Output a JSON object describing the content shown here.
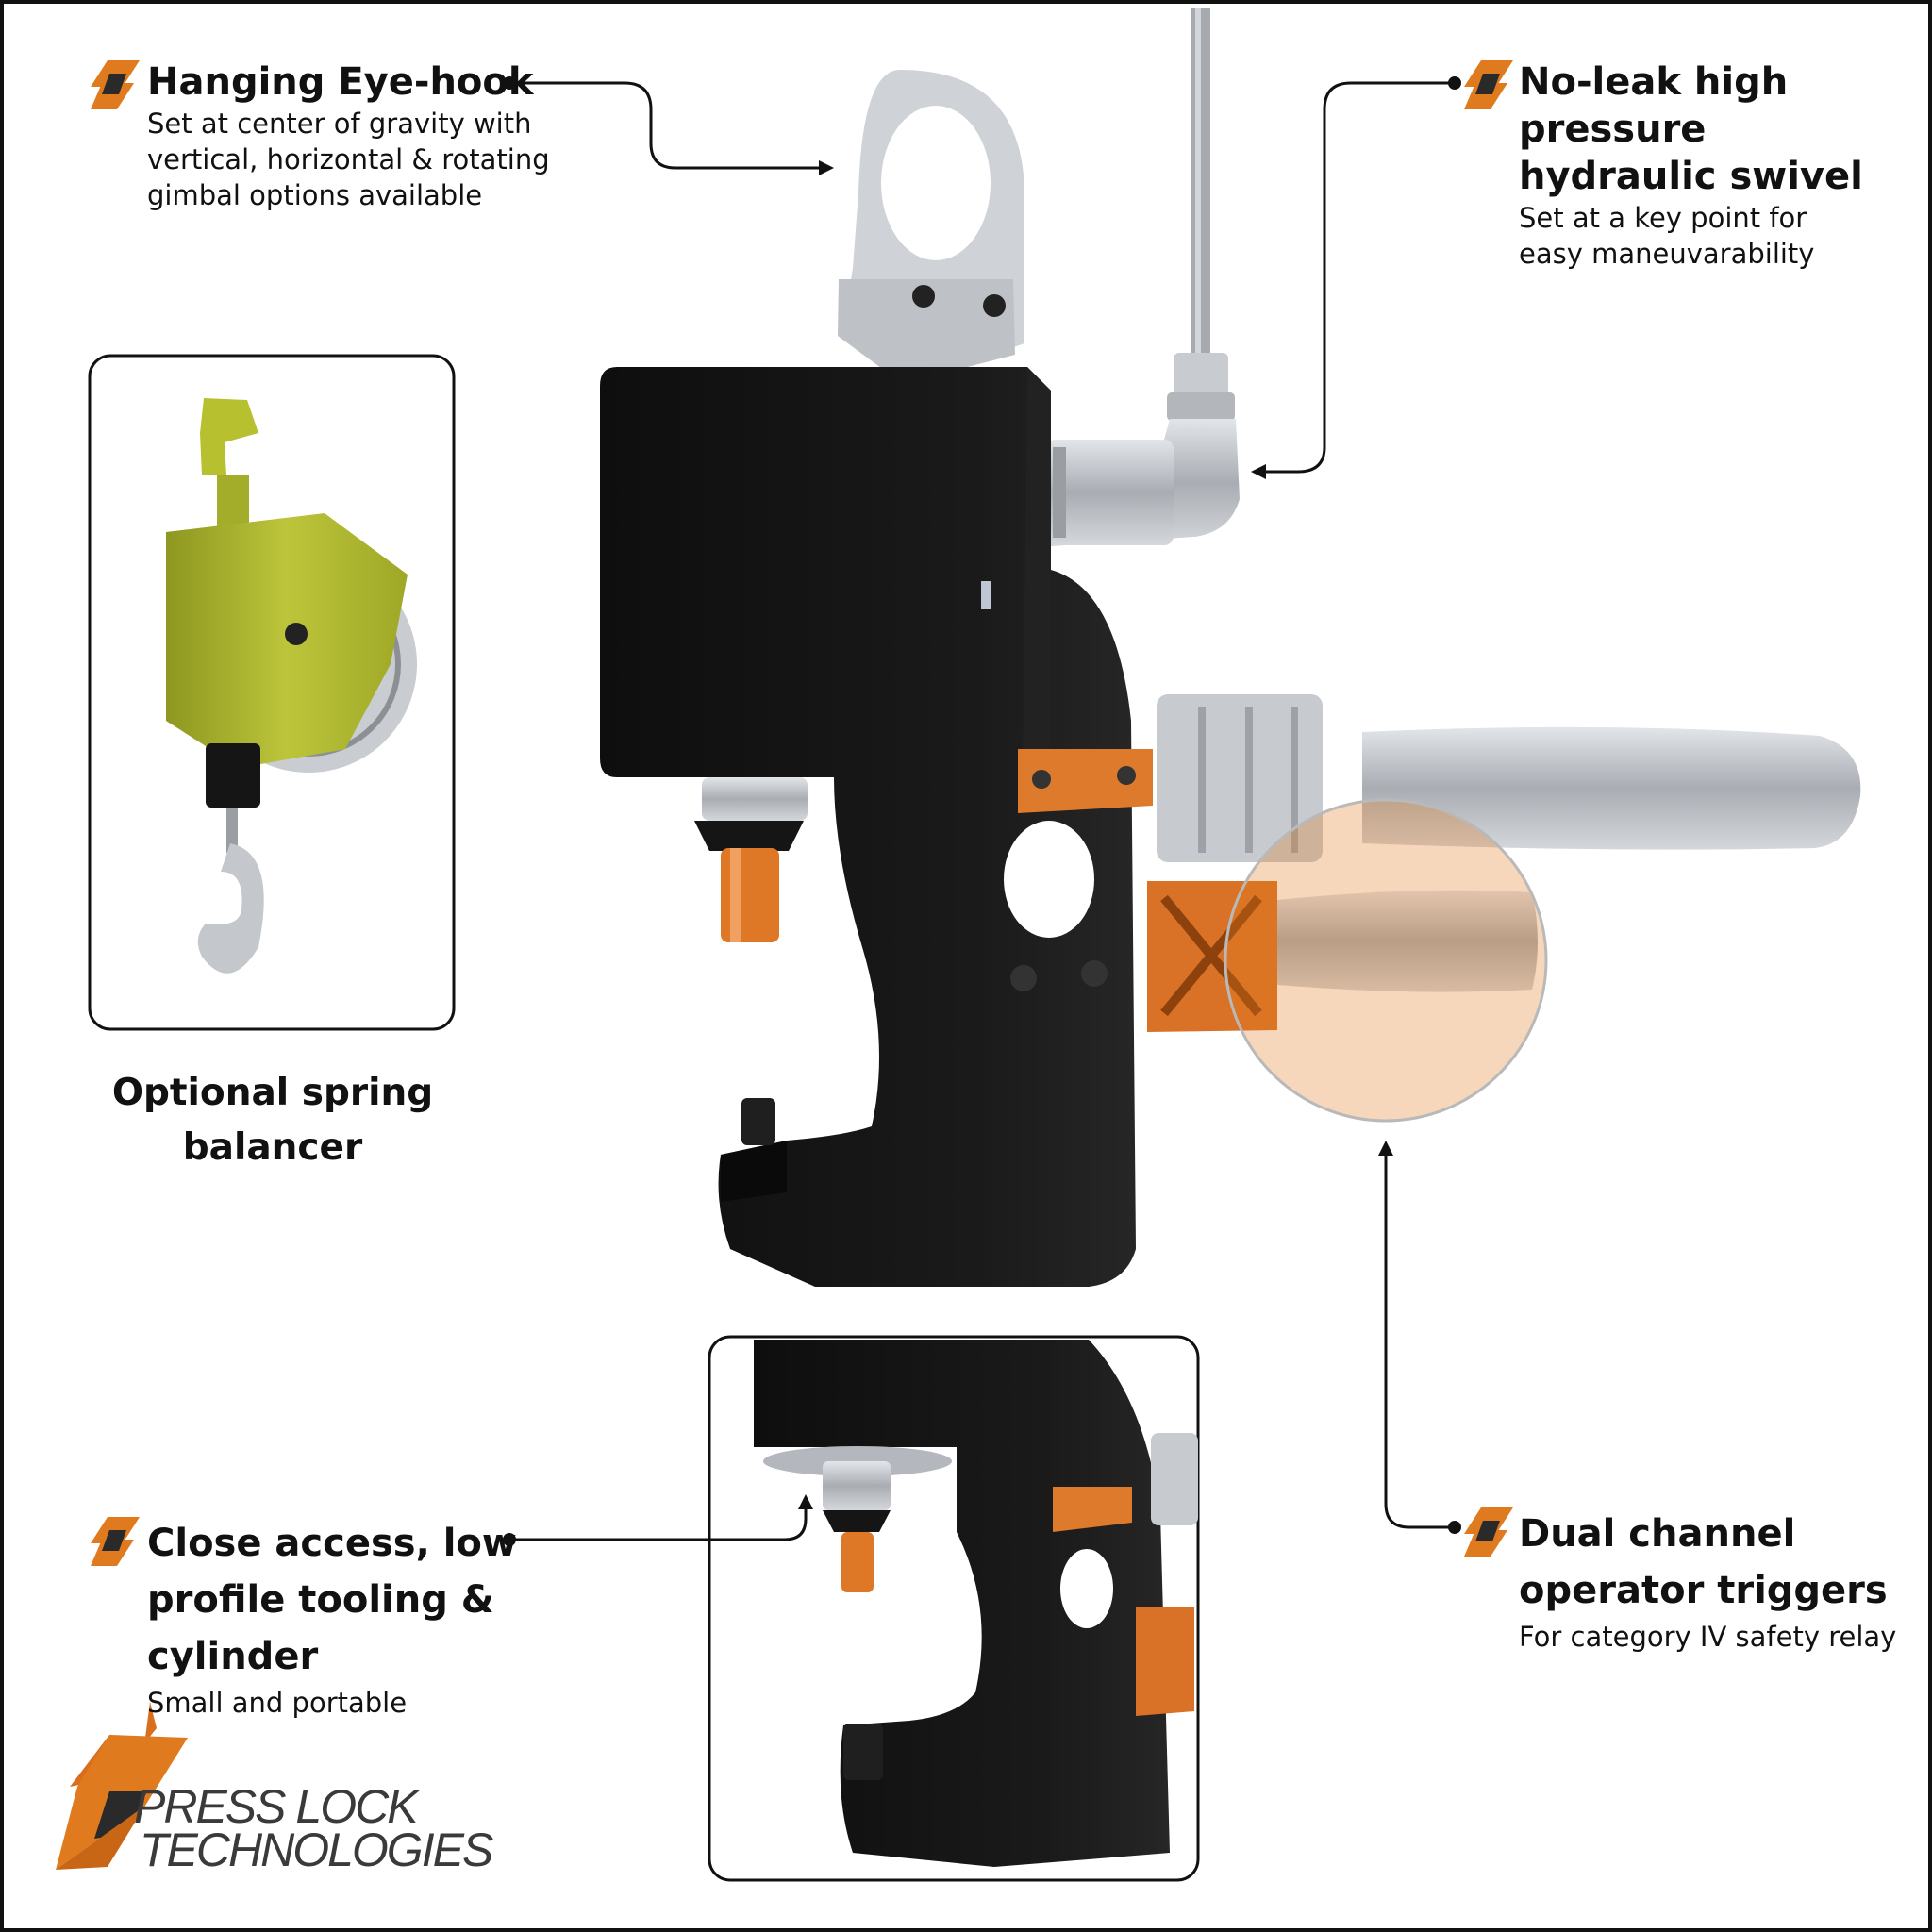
{
  "features": [
    {
      "title": "Hanging Eye-hook",
      "description": "Set at center of gravity with vertical, horizontal & rotating gimbal options available"
    },
    {
      "title": "No-leak high pressure hydraulic swivel",
      "description": "Set at a key point for easy maneuvarability"
    },
    {
      "title": "Close access, low profile tooling & cylinder",
      "description": "Small and portable"
    },
    {
      "title": "Dual channel operator triggers",
      "description": "For category IV safety relay"
    }
  ],
  "balancer_caption": "Optional spring balancer",
  "brand": {
    "line1": "PRESS LOCK",
    "line2": "TECHNOLOGIES"
  },
  "colors": {
    "accent": "#E07A1F",
    "dark": "#111111",
    "tool_body": "#141414",
    "balancer": "#B5BE2E",
    "metal": "#BFC3C8"
  },
  "icons": [
    "brand-mark-icon",
    "arrow-icon"
  ]
}
